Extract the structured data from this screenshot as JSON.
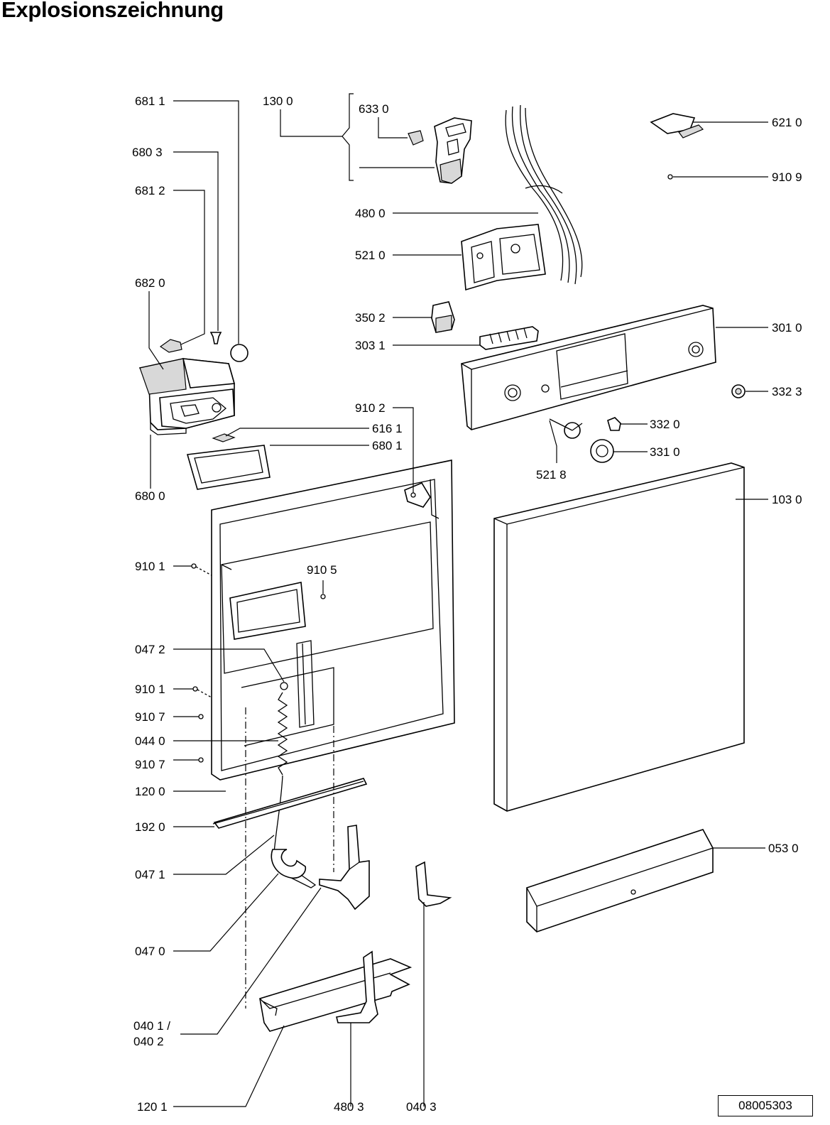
{
  "title": "Explosionszeichnung",
  "document_number": "08005303",
  "parts": [
    {
      "id": "681-1",
      "label": "681 1"
    },
    {
      "id": "680-3",
      "label": "680 3"
    },
    {
      "id": "681-2",
      "label": "681 2"
    },
    {
      "id": "682-0",
      "label": "682 0"
    },
    {
      "id": "680-0",
      "label": "680 0"
    },
    {
      "id": "130-0",
      "label": "130 0"
    },
    {
      "id": "633-0",
      "label": "633 0"
    },
    {
      "id": "621-0",
      "label": "621 0"
    },
    {
      "id": "910-9",
      "label": "910 9"
    },
    {
      "id": "480-0",
      "label": "480 0"
    },
    {
      "id": "521-0",
      "label": "521 0"
    },
    {
      "id": "350-2",
      "label": "350 2"
    },
    {
      "id": "303-1",
      "label": "303 1"
    },
    {
      "id": "301-0",
      "label": "301 0"
    },
    {
      "id": "332-3",
      "label": "332 3"
    },
    {
      "id": "910-2",
      "label": "910 2"
    },
    {
      "id": "616-1",
      "label": "616 1"
    },
    {
      "id": "680-1",
      "label": "680 1"
    },
    {
      "id": "332-0",
      "label": "332 0"
    },
    {
      "id": "331-0",
      "label": "331 0"
    },
    {
      "id": "521-8",
      "label": "521 8"
    },
    {
      "id": "103-0",
      "label": "103 0"
    },
    {
      "id": "910-1a",
      "label": "910 1"
    },
    {
      "id": "910-5",
      "label": "910 5"
    },
    {
      "id": "047-2",
      "label": "047 2"
    },
    {
      "id": "910-1b",
      "label": "910 1"
    },
    {
      "id": "910-7a",
      "label": "910 7"
    },
    {
      "id": "044-0",
      "label": "044 0"
    },
    {
      "id": "910-7b",
      "label": "910 7"
    },
    {
      "id": "120-0",
      "label": "120 0"
    },
    {
      "id": "192-0",
      "label": "192 0"
    },
    {
      "id": "047-1",
      "label": "047 1"
    },
    {
      "id": "053-0",
      "label": "053 0"
    },
    {
      "id": "047-0",
      "label": "047 0"
    },
    {
      "id": "040-1",
      "label": "040 1 /"
    },
    {
      "id": "040-2",
      "label": "040 2"
    },
    {
      "id": "120-1",
      "label": "120 1"
    },
    {
      "id": "480-3",
      "label": "480 3"
    },
    {
      "id": "040-3",
      "label": "040 3"
    }
  ]
}
